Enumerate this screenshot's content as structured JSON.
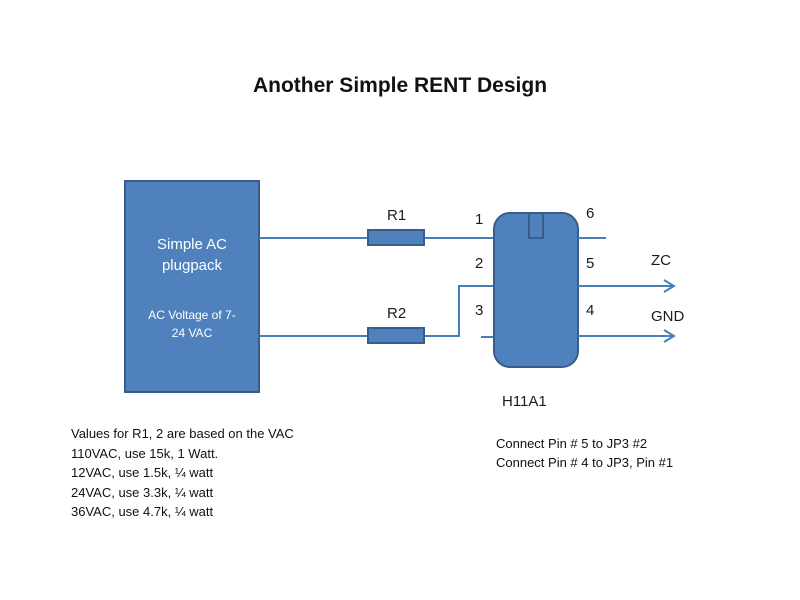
{
  "title": "Another Simple RENT Design",
  "colors": {
    "fill": "#4f81bd",
    "stroke": "#385d8a",
    "wire": "#4a7ebb",
    "background": "#ffffff"
  },
  "plugpack": {
    "title_line1": "Simple AC",
    "title_line2": "plugpack",
    "voltage_line1": "AC Voltage of  7-",
    "voltage_line2": "24 VAC"
  },
  "resistors": [
    {
      "label": "R1"
    },
    {
      "label": "R2"
    }
  ],
  "ic": {
    "name": "H11A1",
    "pins": [
      {
        "number": "1"
      },
      {
        "number": "2"
      },
      {
        "number": "3"
      },
      {
        "number": "4"
      },
      {
        "number": "5"
      },
      {
        "number": "6"
      }
    ]
  },
  "outputs": [
    {
      "label": "ZC"
    },
    {
      "label": "GND"
    }
  ],
  "notes": [
    "Values for R1, 2 are based on the VAC",
    "110VAC, use 15k, 1 Watt.",
    "12VAC, use 1.5k, ¼ watt",
    "24VAC, use 3.3k, ¼ watt",
    "36VAC, use 4.7k, ¼ watt"
  ],
  "connections": [
    "Connect Pin # 5 to JP3 #2",
    "Connect Pin # 4 to JP3, Pin #1"
  ]
}
